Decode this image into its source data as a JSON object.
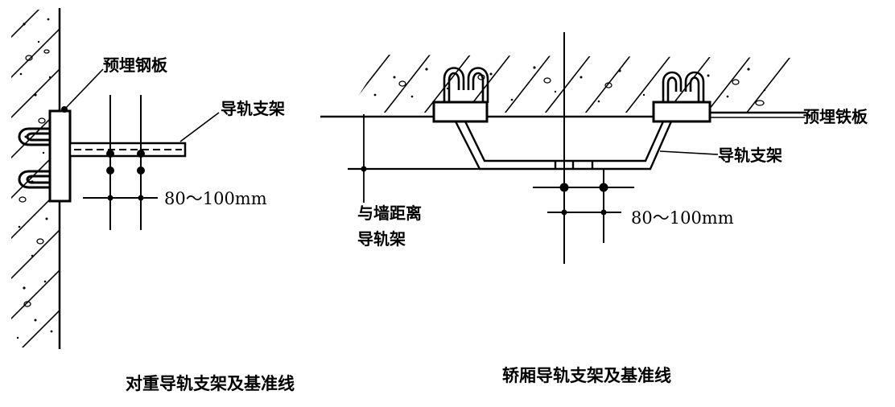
{
  "left_diagram": {
    "label_embedded_plate": "预埋钢板",
    "label_guide_bracket": "导轨支架",
    "label_distance": "80～100mm",
    "caption": "对重导轨支架及基准线"
  },
  "right_diagram": {
    "label_embedded_plate": "预埋铁板",
    "label_guide_bracket": "导轨支架",
    "label_wall_distance_line1": "与墙距离",
    "label_wall_distance_line2": "导轨架",
    "label_distance": "80～100mm",
    "caption": "轿厢导轨支架及基准线"
  },
  "colors": {
    "ink": "#000000",
    "background": "#ffffff"
  }
}
